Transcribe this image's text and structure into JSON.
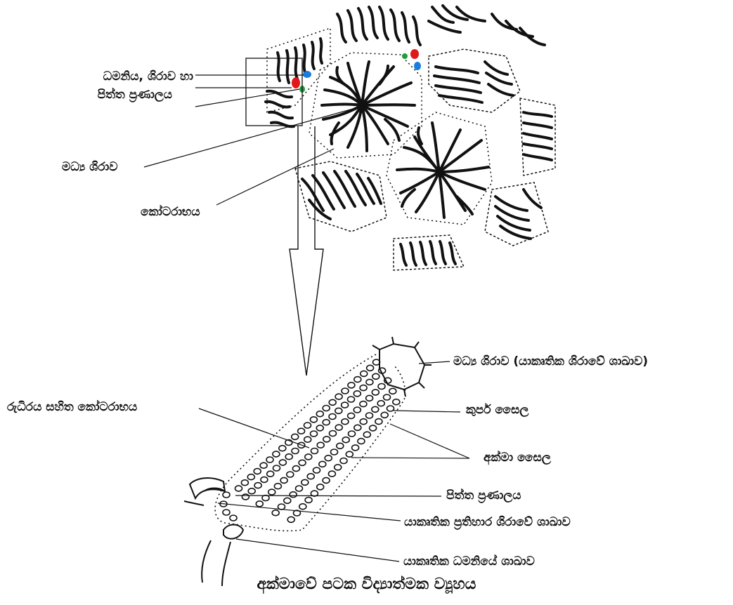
{
  "labels": {
    "artery_vein_duct_line1": "ධමනිය, ශිරාව හා",
    "artery_vein_duct_line2": "පිත්ත ප්‍රණාලය",
    "central_vein": "මධ්‍ය ශිරාව",
    "sinusoid": "කෝටරාභය",
    "central_vein_detail": "මධ්‍ය ශිරාව (යාකෘතික ශිරාවේ ශාඛාව)",
    "kupffer_cell": "කුපර් සෛල",
    "hepatocyte": "අක්මා සෛල",
    "blood_sinusoid": "රුධිරය සහිත කෝටරාභය",
    "bile_duct": "පිත්ත ප්‍රණාලය",
    "portal_vein_branch": "යාකෘතික ප්‍රතිහාර ශිරාවේ ශාඛාව",
    "hepatic_artery_branch": "යාකෘතික ධමනියේ ශාඛාව"
  },
  "title": "අක්මාවේ පටක විද්‍යාත්මක ව්‍යූහය",
  "colors": {
    "ink": "#111111",
    "artery": "#e01818",
    "vein": "#1a7be0",
    "bile_duct": "#1e9e3a"
  }
}
